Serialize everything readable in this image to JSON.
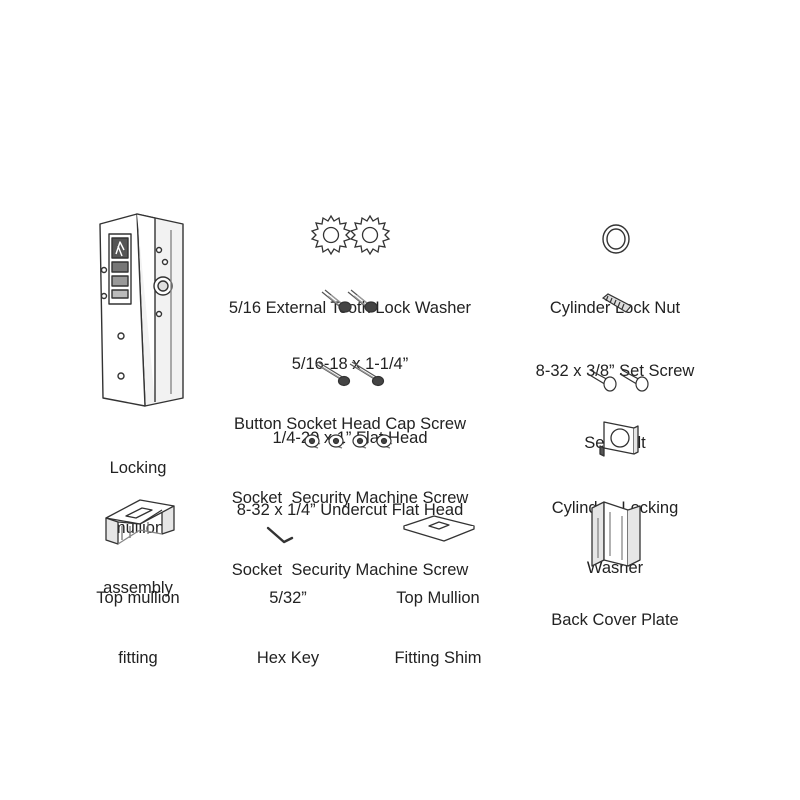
{
  "parts": {
    "locking_mullion": {
      "line1": "Locking",
      "line2": "mullion",
      "line3": "assembly"
    },
    "top_mullion_fitting": {
      "line1": "Top mullion",
      "line2": "fitting"
    },
    "lock_washer": {
      "line1": "5/16 External Tooth Lock Washer"
    },
    "button_screw": {
      "line1": "5/16-18 x 1-1/4”",
      "line2": "Button Socket Head Cap Screw"
    },
    "flat_head_screw": {
      "line1": "1/4-20 x 1” Flat Head",
      "line2": "Socket  Security Machine Screw"
    },
    "undercut_screw": {
      "line1": "8-32 x 1/4” Undercut Flat Head",
      "line2": "Socket  Security Machine Screw"
    },
    "hex_key": {
      "line1": "5/32”",
      "line2": "Hex Key"
    },
    "fitting_shim": {
      "line1": "Top Mullion",
      "line2": "Fitting Shim"
    },
    "cylinder_lock_nut": {
      "line1": "Cylinder Lock Nut"
    },
    "set_screw": {
      "line1": "8-32 x 3/8” Set Screw"
    },
    "sex_bolt": {
      "line1": "Sex Bolt"
    },
    "cylinder_locking_washer": {
      "line1": "Cylinder  Locking",
      "line2": "Washer"
    },
    "back_cover_plate": {
      "line1": "Back Cover Plate"
    }
  }
}
